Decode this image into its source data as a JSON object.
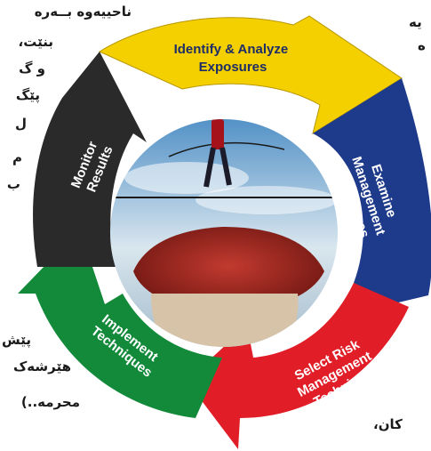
{
  "diagram": {
    "segments": [
      {
        "label_lines": [
          "Identify & Analyze",
          "Exposures"
        ],
        "color": "#F4D000"
      },
      {
        "label_lines": [
          "Examine",
          "Management",
          "Techniques"
        ],
        "color": "#1E3A8A"
      },
      {
        "label_lines": [
          "Select Risk",
          "Management",
          "Technique"
        ],
        "color": "#E11D27"
      },
      {
        "label_lines": [
          "Implement",
          "Techniques"
        ],
        "color": "#128A3A"
      },
      {
        "label_lines": [
          "Monitor",
          "Results"
        ],
        "color": "#2A2A2A"
      }
    ]
  },
  "side_text": {
    "left_lines": [
      "ناحییەوە بــەرە",
      "بنێت،",
      "و گ",
      "پێگ",
      "ل",
      "م",
      "ب",
      "پێش",
      "هێرشەک",
      "محرمە..)"
    ],
    "right_lines": [
      "یە",
      "ە",
      "کان،"
    ]
  }
}
